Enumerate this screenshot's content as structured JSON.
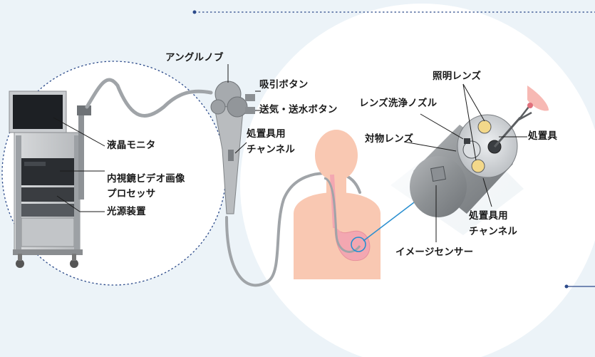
{
  "labels": {
    "angle_knob": "アングルノブ",
    "suction_button": "吸引ボタン",
    "air_water_button": "送気・送水ボタン",
    "treatment_channel_scope_1": "処置具用",
    "treatment_channel_scope_2": "チャンネル",
    "lcd_monitor": "液晶モニタ",
    "video_processor_1": "内視鏡ビデオ画像",
    "video_processor_2": "プロセッサ",
    "light_source": "光源装置",
    "illumination_lens": "照明レンズ",
    "lens_wash_nozzle": "レンズ洗浄ノズル",
    "objective_lens": "対物レンズ",
    "treatment_tool": "処置具",
    "treatment_channel_tip_1": "処置具用",
    "treatment_channel_tip_2": "チャンネル",
    "image_sensor": "イメージセンサー"
  },
  "colors": {
    "background": "#ecf3f8",
    "dotted_line": "#2c4a8a",
    "body_silhouette": "#f9c8b2",
    "stomach": "#f3a7b1",
    "scope_cable": "#a0a4a8",
    "connector_line": "#2a8fd0"
  }
}
